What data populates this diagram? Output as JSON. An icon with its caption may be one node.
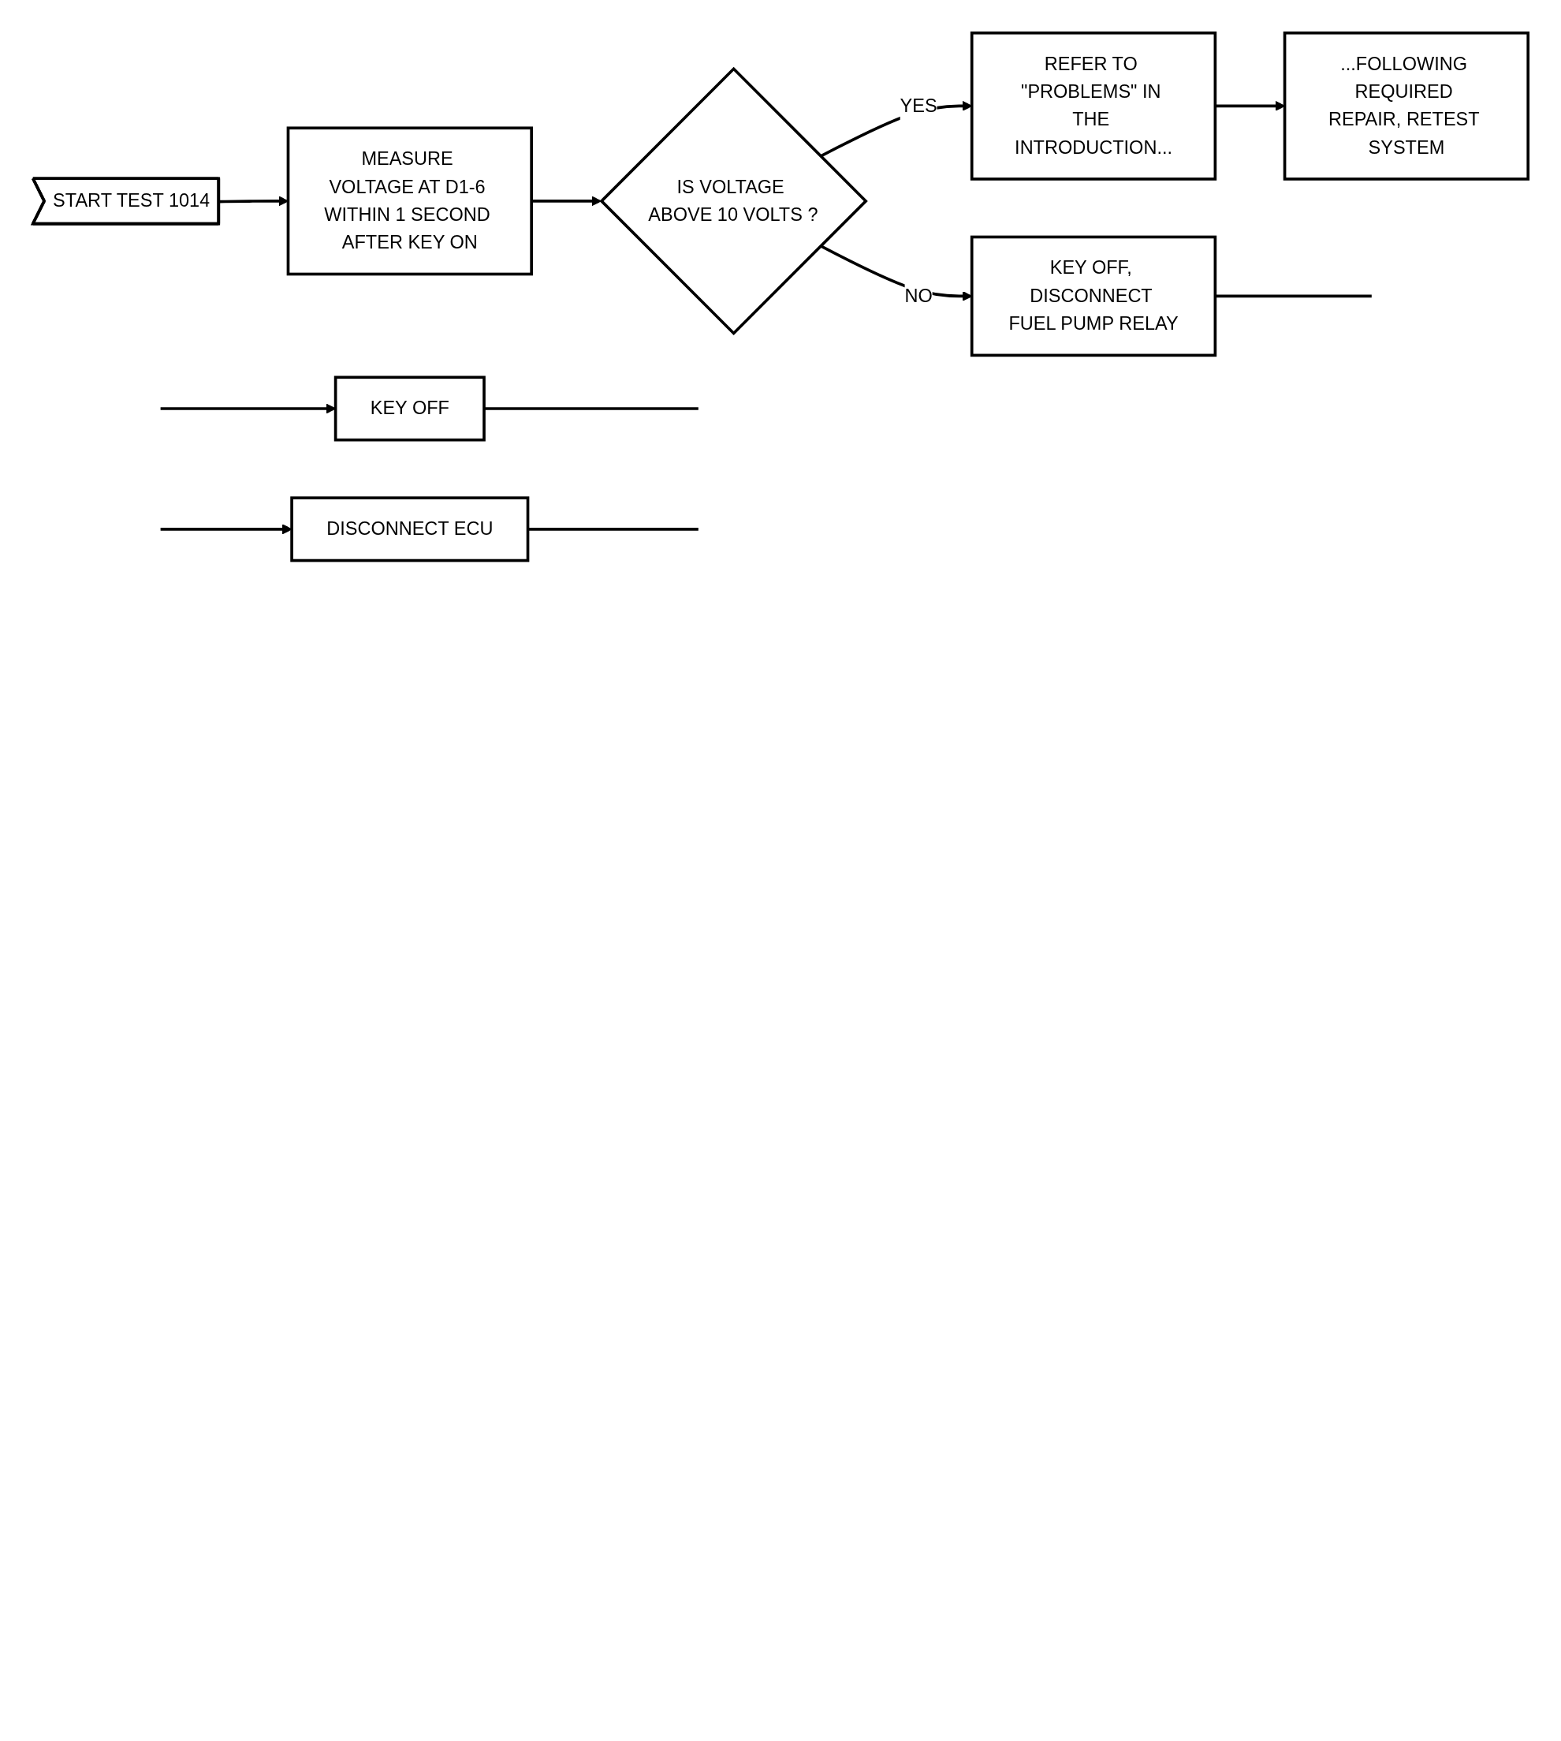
{
  "diagram": {
    "nodes": [
      {
        "text": [
          "START TEST 1014"
        ]
      },
      {
        "text": [
          "MEASURE VOLTAGE AT D1-6 WITHIN 1 SECOND AFTER KEY ON"
        ]
      },
      {
        "text": [
          "IS VOLTAGE ABOVE 10 VOLTS ?"
        ]
      },
      {
        "text": [
          "REFER TO \"PROBLEMS\" IN THE INTRODUCTION..."
        ]
      },
      {
        "text": [
          "...FOLLOWING REQUIRED REPAIR, RETEST SYSTEM"
        ]
      },
      {
        "text": [
          "KEY OFF, DISCONNECT FUEL PUMP RELAY"
        ]
      },
      {
        "text": [
          "KEY OFF"
        ]
      },
      {
        "text": [
          "DISCONNECT ECU"
        ]
      }
    ],
    "edges": [
      {
        "from": 0,
        "to": 1,
        "arrow": "to"
      },
      {
        "from": 1,
        "to": 2,
        "arrow": "to"
      },
      {
        "from": 2,
        "to": 3,
        "arrow": "to",
        "label": "YES"
      },
      {
        "from": 3,
        "to": 4,
        "arrow": "to"
      },
      {
        "from": 2,
        "to": 5,
        "arrow": "to",
        "label": "NO"
      },
      {
        "from": 5,
        "to": null,
        "arrow": "none"
      },
      {
        "from": null,
        "to": 6,
        "arrow": "to"
      },
      {
        "from": 6,
        "to": null,
        "arrow": "none"
      },
      {
        "from": null,
        "to": 7,
        "arrow": "to"
      },
      {
        "from": 7,
        "to": null,
        "arrow": "none"
      }
    ]
  }
}
